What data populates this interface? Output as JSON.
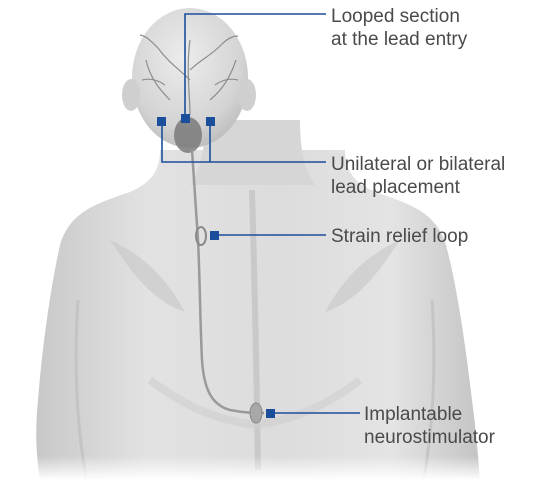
{
  "colors": {
    "callout": "#1b4f9c",
    "label_text": "#4a4a4a",
    "skin": "#d9d9d9",
    "skin_shadow": "#b8b8b8",
    "background": "#ffffff"
  },
  "callouts": [
    {
      "id": "looped",
      "lines": [
        "Looped section",
        "at the lead entry"
      ]
    },
    {
      "id": "lead",
      "lines": [
        "Unilateral or bilateral",
        "lead placement"
      ]
    },
    {
      "id": "strain",
      "lines": [
        "Strain relief loop"
      ]
    },
    {
      "id": "implant",
      "lines": [
        "Implantable",
        "neurostimulator"
      ]
    }
  ]
}
